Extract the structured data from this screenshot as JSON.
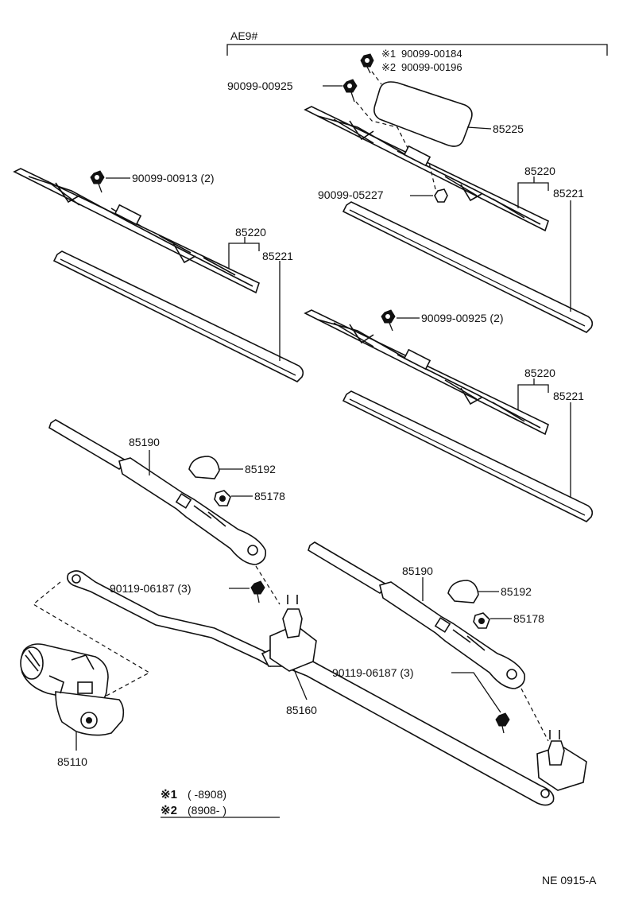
{
  "group_label": "AE9#",
  "footnote_marks": {
    "mark1": "※1",
    "mark2": "※2"
  },
  "labels": {
    "bolt_00184": "90099-00184",
    "bolt_00196": "90099-00196",
    "bolt_00925_top": "90099-00925",
    "spoiler_85225": "85225",
    "bolt_00913": "90099-00913 (2)",
    "nut_05227": "90099-05227",
    "blade_85220_top_right": "85220",
    "blade_85221_top_right": "85221",
    "blade_85220_left": "85220",
    "blade_85221_left": "85221",
    "bolt_00925_mid": "90099-00925 (2)",
    "blade_85220_mid_right": "85220",
    "blade_85221_mid_right": "85221",
    "arm_85190_left": "85190",
    "cap_85192_left": "85192",
    "nut_85178_left": "85178",
    "bolt_06187_left": "90119-06187 (3)",
    "arm_85190_right": "85190",
    "cap_85192_right": "85192",
    "nut_85178_right": "85178",
    "bolt_06187_right": "90119-06187 (3)",
    "link_85160": "85160",
    "motor_85110": "85110"
  },
  "legend": {
    "row1_mark": "※1",
    "row1_text": "(       -8908)",
    "row2_mark": "※2",
    "row2_text": "(8908-        )"
  },
  "drawing_code": "NE 0915-A"
}
